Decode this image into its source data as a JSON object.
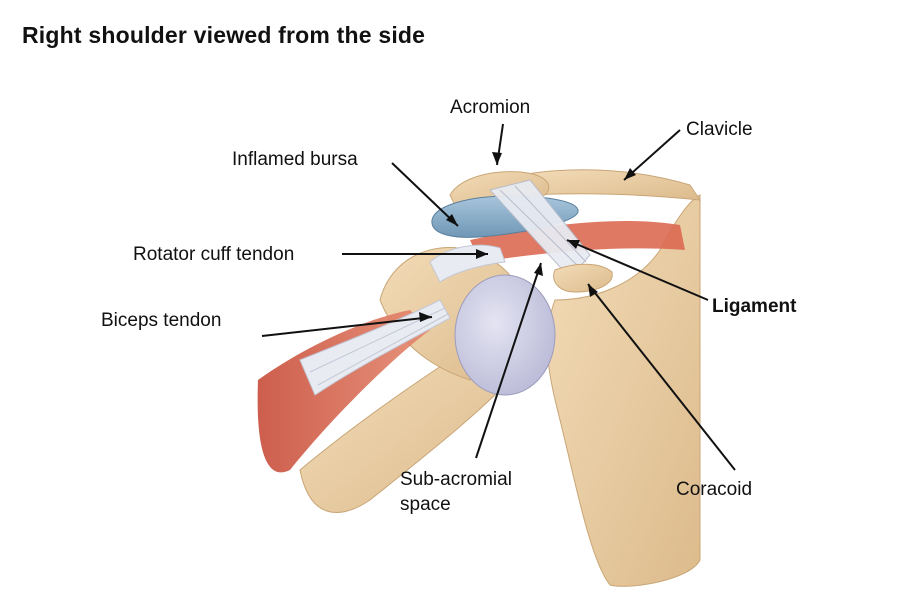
{
  "title": "Right shoulder viewed from the side",
  "labels": {
    "acromion": "Acromion",
    "clavicle": "Clavicle",
    "inflamed_bursa": "Inflamed bursa",
    "rotator_cuff_tendon": "Rotator cuff tendon",
    "ligament": "Ligament",
    "biceps_tendon": "Biceps tendon",
    "sub_acromial_line1": "Sub-acromial",
    "sub_acromial_line2": "space",
    "coracoid": "Coracoid"
  },
  "colors": {
    "bone": "#ecd2aa",
    "bone_shadow": "#d9b98a",
    "muscle": "#d9604b",
    "bursa": "#8fb2cc",
    "cartilage": "#cfd0e6",
    "tendon": "#e8ebf2"
  }
}
